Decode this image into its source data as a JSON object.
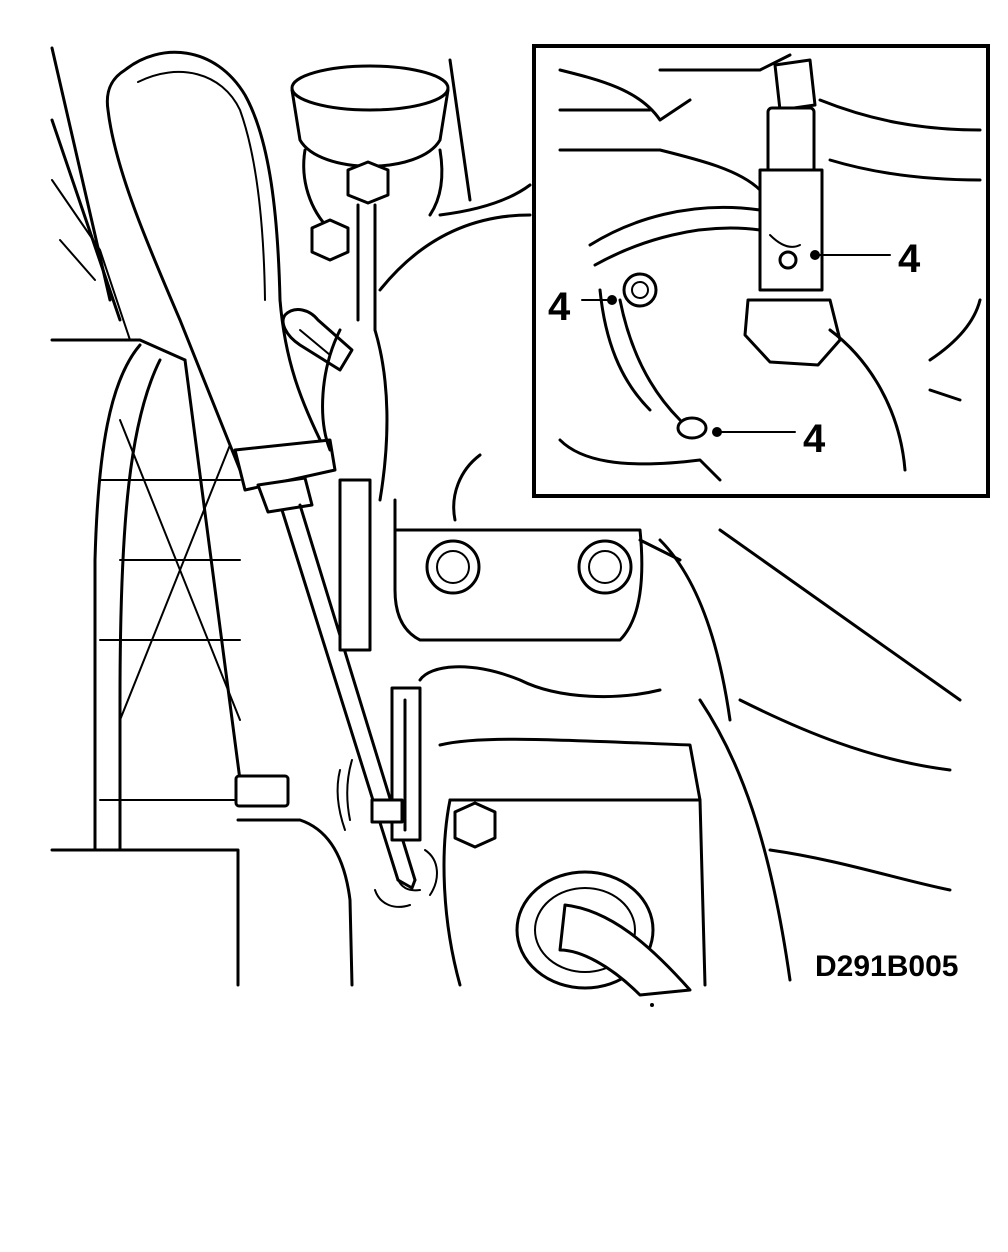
{
  "figure": {
    "code": "D291B005",
    "callouts": [
      {
        "label": "4",
        "points_to": "sensor-upper-mount-bolt"
      },
      {
        "label": "4",
        "points_to": "bracket-left-bolt"
      },
      {
        "label": "4",
        "points_to": "bracket-lower-bolt"
      }
    ]
  }
}
